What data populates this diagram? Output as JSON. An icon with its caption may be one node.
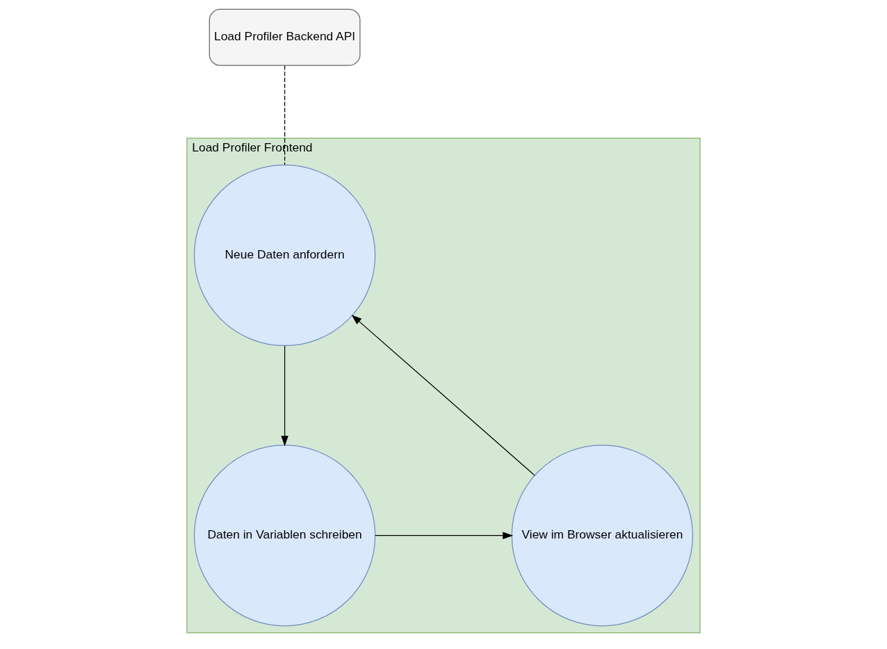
{
  "diagram": {
    "nodes": [
      {
        "text": [
          "Load Profiler Backend API"
        ]
      },
      {
        "text": [
          "Load Profiler Frontend"
        ]
      },
      {
        "text": [
          "Neue Daten anfordern"
        ],
        "in": 1
      },
      {
        "text": [
          "Daten in Variablen schreiben"
        ],
        "in": 1
      },
      {
        "text": [
          "View im Browser aktualisieren"
        ],
        "in": 1
      }
    ],
    "edges": [
      {
        "from": 0,
        "to": 2,
        "arrow": "none",
        "style": "dashed"
      },
      {
        "from": 2,
        "to": 3,
        "arrow": "to"
      },
      {
        "from": 3,
        "to": 4,
        "arrow": "to"
      },
      {
        "from": 4,
        "to": 2,
        "arrow": "to"
      }
    ]
  }
}
